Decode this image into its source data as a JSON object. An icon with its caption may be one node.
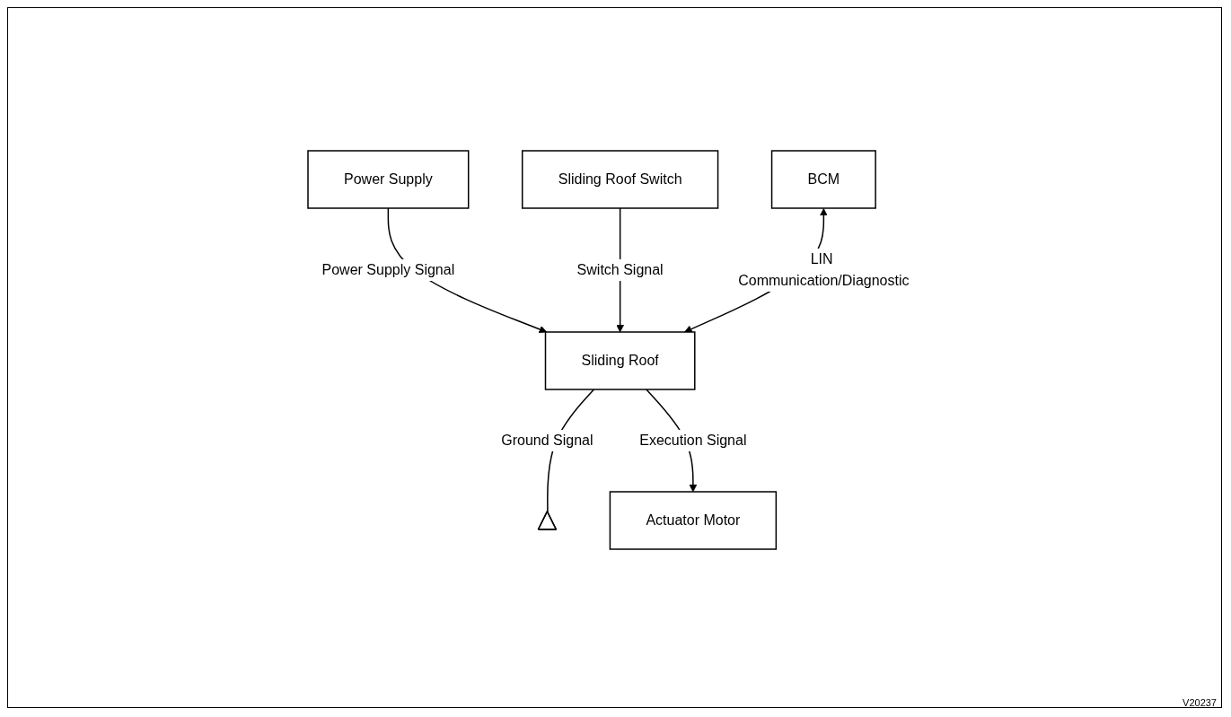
{
  "diagram": {
    "nodes": [
      {
        "text": [
          "Power Supply"
        ]
      },
      {
        "text": [
          "Sliding Roof Switch"
        ]
      },
      {
        "text": [
          "BCM"
        ]
      },
      {
        "text": [
          "Sliding Roof"
        ]
      },
      {
        "text": [
          "Actuator Motor"
        ]
      },
      {
        "text": [],
        "shape": "ground"
      }
    ],
    "edges": [
      {
        "from": 0,
        "to": 3,
        "arrow": "to",
        "label": "Power Supply Signal"
      },
      {
        "from": 1,
        "to": 3,
        "arrow": "to",
        "label": "Switch Signal"
      },
      {
        "from": 2,
        "to": 3,
        "arrow": "both",
        "label": "LIN Communication/Diagnostic"
      },
      {
        "from": 3,
        "to": 5,
        "arrow": "none",
        "label": "Ground Signal"
      },
      {
        "from": 3,
        "to": 4,
        "arrow": "to",
        "label": "Execution Signal"
      }
    ],
    "labels": [
      "V20237"
    ]
  }
}
